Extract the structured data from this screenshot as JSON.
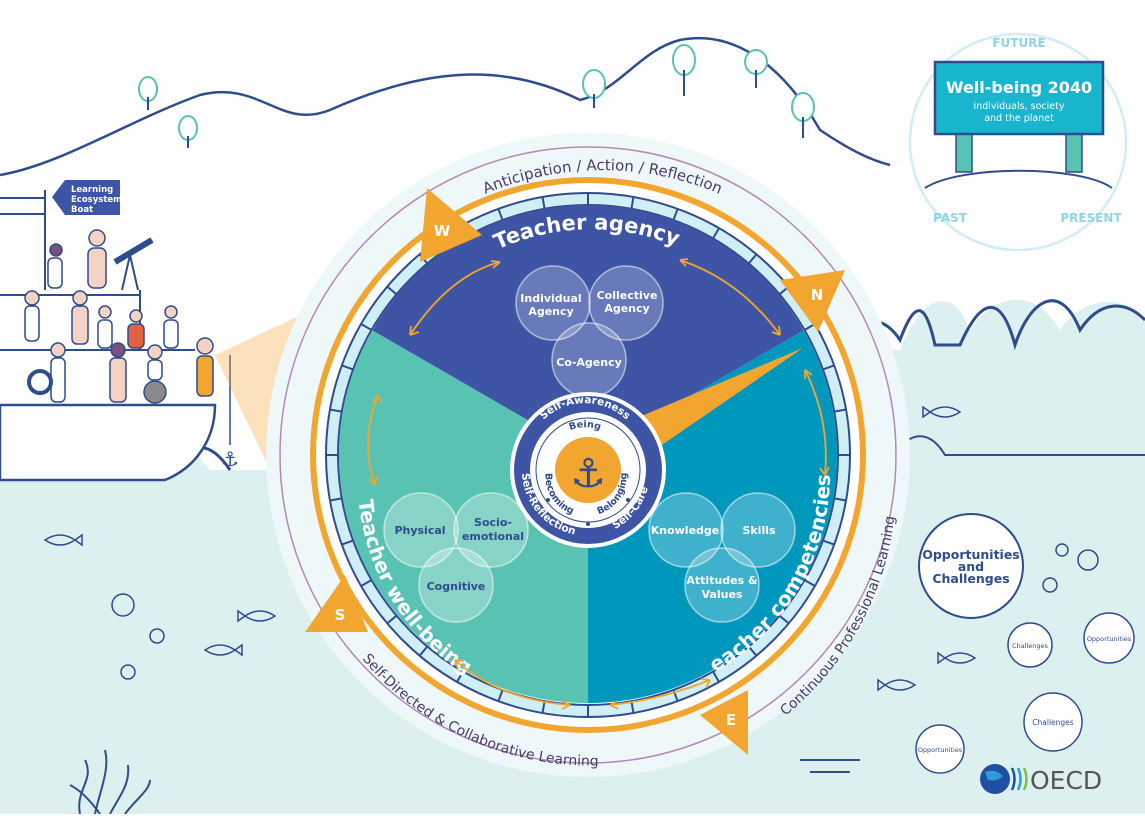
{
  "colors": {
    "navy": "#3e55a6",
    "teal": "#59c3b3",
    "blue": "#0097bd",
    "orange": "#f2a62f",
    "sea": "#ddf0f0",
    "line": "#2f4c8c",
    "plum": "#7a4f7c",
    "cyan": "#19b5cf",
    "light_blue": "#cfeef6"
  },
  "sign": {
    "future": "FUTURE",
    "title": "Well-being 2040",
    "subtitle_line1": "individuals, society",
    "subtitle_line2": "and the planet",
    "past": "PAST",
    "present": "PRESENT"
  },
  "boat_sign": [
    "Learning",
    "Ecosystem",
    "Boat"
  ],
  "ring_labels": {
    "top": "Anticipation / Action / Reflection",
    "right": "Continuous Professional Learning",
    "bottom": "Self-Directed & Collaborative Learning"
  },
  "compass": {
    "north": "N",
    "east": "E",
    "south": "S",
    "west": "W"
  },
  "sections": {
    "agency": {
      "title": "Teacher agency",
      "circles": [
        {
          "line1": "Individual",
          "line2": "Agency"
        },
        {
          "line1": "Collective",
          "line2": "Agency"
        },
        {
          "line1": "Co-Agency",
          "line2": ""
        }
      ]
    },
    "wellbeing": {
      "title": "Teacher well-being",
      "circles": [
        {
          "line1": "Physical",
          "line2": ""
        },
        {
          "line1": "Socio-",
          "line2": "emotional"
        },
        {
          "line1": "Cognitive",
          "line2": ""
        }
      ]
    },
    "competencies": {
      "title": "Teacher competencies",
      "circles": [
        {
          "line1": "Knowledge",
          "line2": ""
        },
        {
          "line1": "Skills",
          "line2": ""
        },
        {
          "line1": "Attitudes &",
          "line2": "Values"
        }
      ]
    }
  },
  "core": {
    "being": "Being",
    "becoming": "Becoming",
    "belonging": "Belonging",
    "self_awareness": "Self-Awareness",
    "self_reflection": "Self-Reflection",
    "self_care": "Self-Care",
    "icon": "anchor-icon"
  },
  "bubbles": {
    "big_line1": "Opportunities",
    "big_line2": "and",
    "big_line3": "Challenges",
    "small": [
      "Challenges",
      "Opportunities",
      "Challenges",
      "Opportunities"
    ]
  },
  "logo_text": "OECD"
}
